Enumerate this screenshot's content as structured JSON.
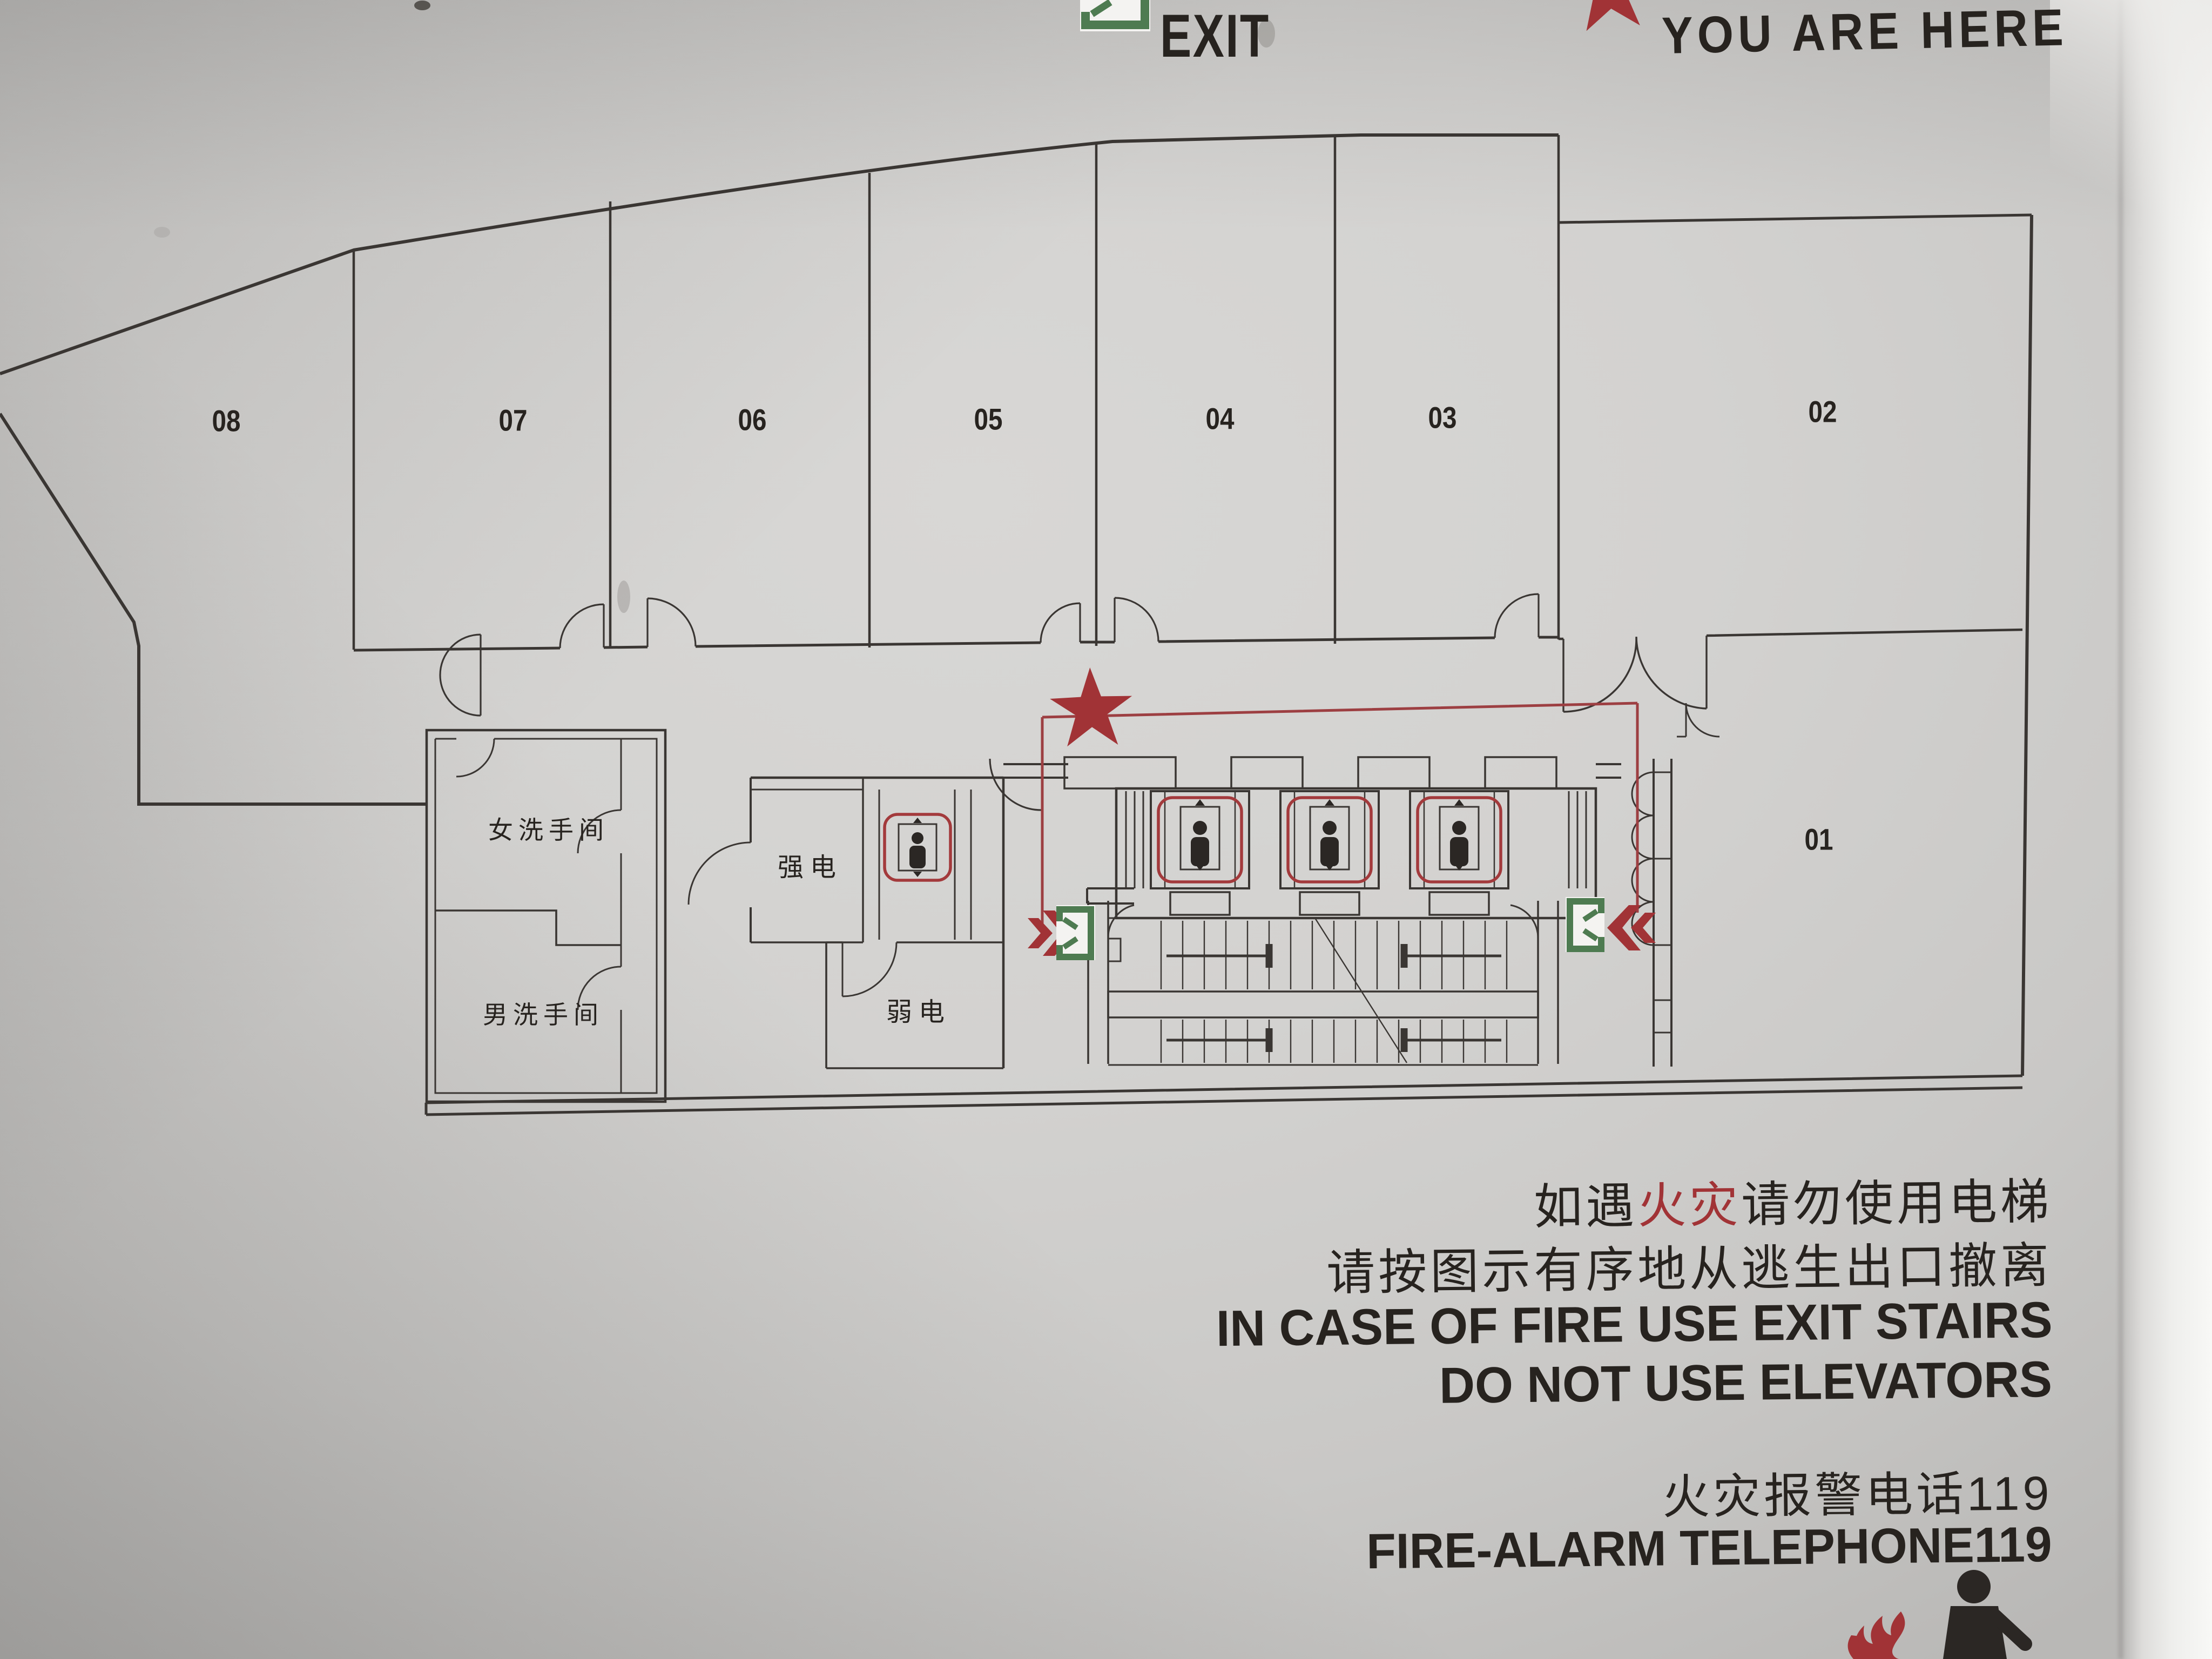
{
  "legend": {
    "exit_label": "EXIT",
    "you_are_here_label": "YOU ARE HERE"
  },
  "floor_plan": {
    "rooms": [
      {
        "label": "08"
      },
      {
        "label": "07"
      },
      {
        "label": "06"
      },
      {
        "label": "05"
      },
      {
        "label": "04"
      },
      {
        "label": "03"
      },
      {
        "label": "02"
      },
      {
        "label": "01"
      }
    ],
    "facilities": {
      "womens_restroom": "女洗手间",
      "mens_restroom": "男洗手间",
      "strong_electric": "强电",
      "weak_electric": "弱电"
    }
  },
  "instructions": {
    "line1_prefix": "如遇",
    "line1_highlight": "火灾",
    "line1_suffix": "请勿使用电梯",
    "line2": "请按图示有序地从逃生出口撤离",
    "line3": "IN CASE OF FIRE USE EXIT STAIRS",
    "line4": "DO NOT USE ELEVATORS"
  },
  "emergency_phone": {
    "line_cn": "火灾报警电话119",
    "line_en": "FIRE-ALARM TELEPHONE119"
  },
  "icons": {
    "exit_door": "green-exit-door-pictogram",
    "you_are_here": "red-five-pointed-star",
    "elevator": "elevator-person-pictogram",
    "stairs": "stair-treads",
    "flame": "red-flame",
    "evacuee": "black-person-figure",
    "route_arrow": "red-double-chevron-arrow"
  },
  "colors": {
    "sign_background": "#d2d1cf",
    "plan_line": "#3a3633",
    "accent_red": "#a13336",
    "exit_green": "#4e7b51",
    "text": "#27231f",
    "edge_highlight": "#f7f7f6"
  }
}
